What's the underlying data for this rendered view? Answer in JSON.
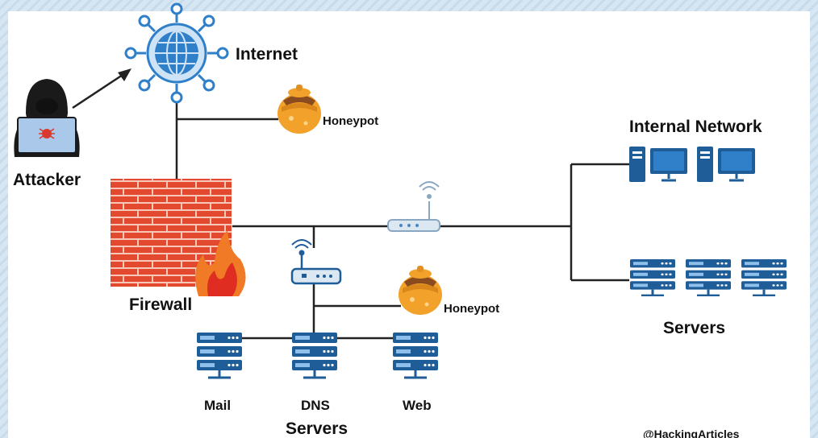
{
  "labels": {
    "internet": "Internet",
    "attacker": "Attacker",
    "firewall": "Firewall",
    "honeypot_top": "Honeypot",
    "honeypot_bottom": "Honeypot",
    "internal_network": "Internal Network",
    "servers_right": "Servers",
    "mail": "Mail",
    "dns": "DNS",
    "web": "Web",
    "servers_bottom": "Servers",
    "credit": "@HackingArticles"
  },
  "colors": {
    "line": "#222222",
    "brick": "#e2492f",
    "server_blue": "#1f5d99",
    "server_light": "#4a86c4",
    "honey": "#f2a12b",
    "globe": "#2f7fc9"
  }
}
